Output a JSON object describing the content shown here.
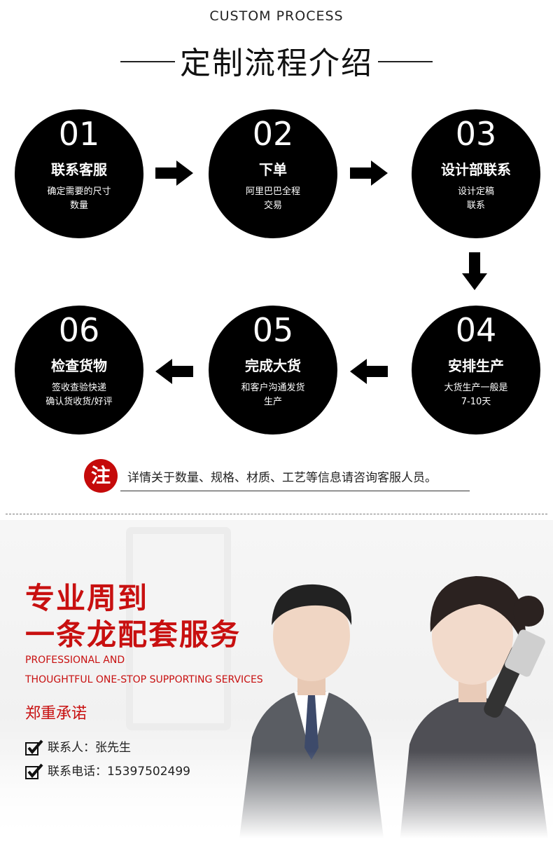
{
  "header": {
    "subtitle": "CUSTOM PROCESS",
    "title": "定制流程介绍"
  },
  "steps": [
    {
      "num": "01",
      "name": "联系客服",
      "desc1": "确定需要的尺寸",
      "desc2": "数量"
    },
    {
      "num": "02",
      "name": "下单",
      "desc1": "阿里巴巴全程",
      "desc2": "交易"
    },
    {
      "num": "03",
      "name": "设计部联系",
      "desc1": "设计定稿",
      "desc2": "联系"
    },
    {
      "num": "04",
      "name": "安排生产",
      "desc1": "大货生产一般是",
      "desc2": "7-10天"
    },
    {
      "num": "05",
      "name": "完成大货",
      "desc1": "和客户沟通发货",
      "desc2": "生产"
    },
    {
      "num": "06",
      "name": "检查货物",
      "desc1": "签收查验快递",
      "desc2": "确认货收货/好评"
    }
  ],
  "note": {
    "badge": "注",
    "text": "详情关于数量、规格、材质、工艺等信息请咨询客服人员。"
  },
  "promo": {
    "headline1": "专业周到",
    "headline2": "一条龙配套服务",
    "english1": "PROFESSIONAL AND",
    "english2": "THOUGHTFUL ONE-STOP SUPPORTING SERVICES",
    "commitment": "郑重承诺",
    "contact_person": "联系人：张先生",
    "contact_phone": "联系电话：15397502499"
  },
  "colors": {
    "accent_red": "#c81010",
    "circle": "#000000"
  },
  "icons": [
    "arrow-right-icon",
    "arrow-down-icon",
    "arrow-left-icon",
    "check-icon"
  ]
}
